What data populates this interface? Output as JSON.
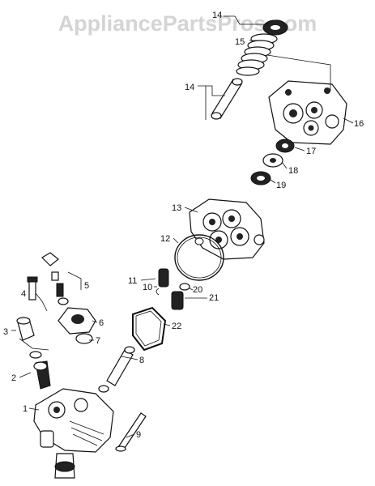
{
  "watermark": "AppliancePartsPros.com",
  "labels": {
    "p1": "1",
    "p2": "2",
    "p3": "3",
    "p4": "4",
    "p5": "5",
    "p6": "6",
    "p7": "7",
    "p8": "8",
    "p9": "9",
    "p10": "10",
    "p11": "11",
    "p12": "12",
    "p13": "13",
    "p14a": "14",
    "p14b": "14",
    "p15": "15",
    "p16": "16",
    "p17": "17",
    "p18": "18",
    "p19": "19",
    "p20": "20",
    "p21": "21",
    "p22": "22"
  }
}
